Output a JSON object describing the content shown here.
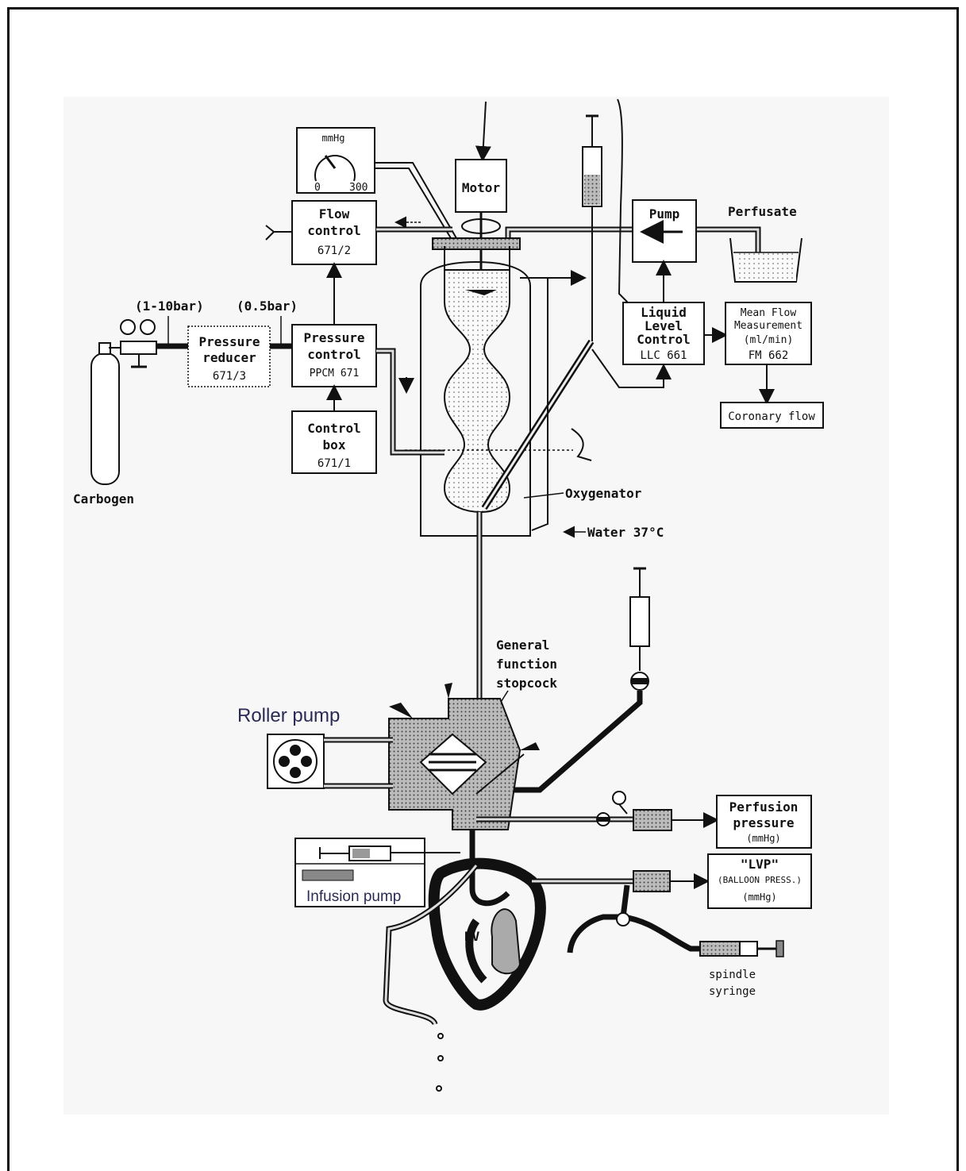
{
  "labels": {
    "gauge_unit": "mmHg",
    "gauge_min": "0",
    "gauge_max": "300",
    "motor": "Motor",
    "flow_control_1": "Flow",
    "flow_control_2": "control",
    "flow_control_3": "671/2",
    "pump": "Pump",
    "perfusate": "Perfusate",
    "pressure_1bar": "(1-10bar)",
    "pressure_05bar": "(0.5bar)",
    "pressure_reducer_1": "Pressure",
    "pressure_reducer_2": "reducer",
    "pressure_reducer_3": "671/3",
    "pressure_control_1": "Pressure",
    "pressure_control_2": "control",
    "pressure_control_3": "PPCM 671",
    "control_box_1": "Control",
    "control_box_2": "box",
    "control_box_3": "671/1",
    "carbogen": "Carbogen",
    "llc_1": "Liquid",
    "llc_2": "Level",
    "llc_3": "Control",
    "llc_4": "LLC 661",
    "mfm_1": "Mean Flow",
    "mfm_2": "Measurement",
    "mfm_3": "(ml/min)",
    "mfm_4": "FM 662",
    "coronary_flow": "Coronary flow",
    "oxygenator": "Oxygenator",
    "water": "Water 37°C",
    "stopcock_1": "General",
    "stopcock_2": "function",
    "stopcock_3": "stopcock",
    "roller_pump": "Roller pump",
    "perfusion_1": "Perfusion",
    "perfusion_2": "pressure",
    "perfusion_3": "(mmHg)",
    "lvp_1": "\"LVP\"",
    "lvp_2": "(BALLOON PRESS.)",
    "lvp_3": "(mmHg)",
    "infusion_pump": "Infusion pump",
    "rv": "RV",
    "spindle_1": "spindle",
    "spindle_2": "syringe"
  }
}
